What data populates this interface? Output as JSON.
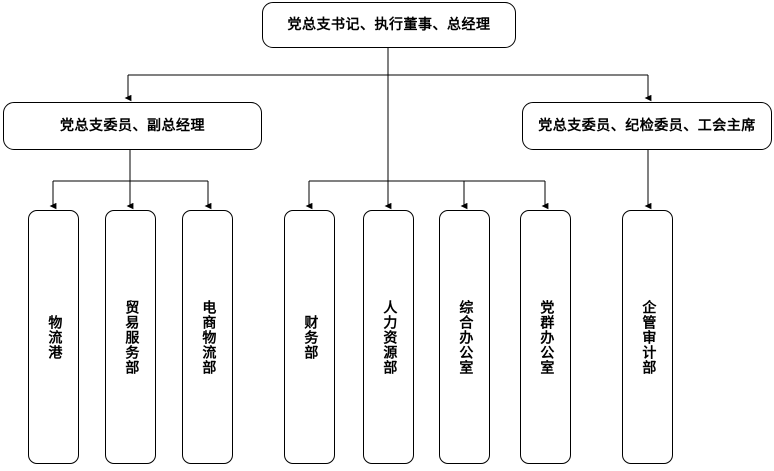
{
  "chart": {
    "type": "org-chart",
    "orientation": "top-down",
    "background_color": "#ffffff",
    "line_color": "#000000",
    "box_border_color": "#000000",
    "box_fill_color": "#ffffff",
    "text_color": "#000000"
  },
  "nodes": {
    "root": {
      "label": "党总支书记、执行董事、总经理",
      "level": 1,
      "text_direction": "horizontal"
    },
    "level2": [
      {
        "id": "deputy-gm",
        "label": "党总支委员、副总经理",
        "level": 2,
        "text_direction": "horizontal"
      },
      {
        "id": "discipline-union",
        "label": "党总支委员、纪检委员、工会主席",
        "level": 2,
        "text_direction": "horizontal"
      }
    ],
    "departments": [
      {
        "id": "dept-logistics-port",
        "label": "物流港",
        "parent": "deputy-gm",
        "text_direction": "vertical"
      },
      {
        "id": "dept-trade-service",
        "label": "贸易服务部",
        "parent": "deputy-gm",
        "text_direction": "vertical"
      },
      {
        "id": "dept-ecommerce-logistics",
        "label": "电商物流部",
        "parent": "deputy-gm",
        "text_direction": "vertical"
      },
      {
        "id": "dept-finance",
        "label": "财务部",
        "parent": "root",
        "text_direction": "vertical"
      },
      {
        "id": "dept-human-resources",
        "label": "人力资源部",
        "parent": "root",
        "text_direction": "vertical"
      },
      {
        "id": "dept-general-office",
        "label": "综合办公室",
        "parent": "root",
        "text_direction": "vertical"
      },
      {
        "id": "dept-party-mass-office",
        "label": "党群办公室",
        "parent": "root",
        "text_direction": "vertical"
      },
      {
        "id": "dept-enterprise-audit",
        "label": "企管审计部",
        "parent": "discipline-union",
        "text_direction": "vertical"
      }
    ]
  }
}
